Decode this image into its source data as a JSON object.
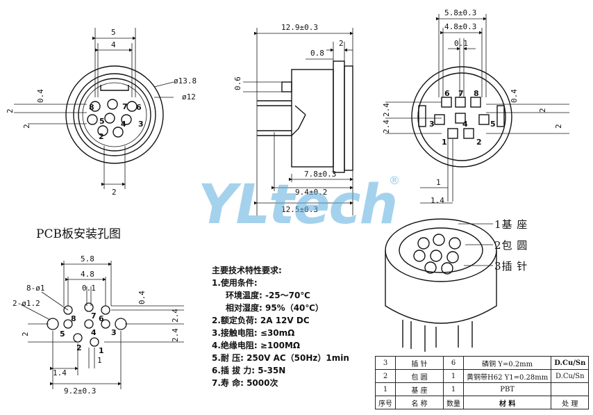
{
  "front_view": {
    "dims": {
      "w5": "5",
      "w4": "4",
      "d13_8": "ø13.8",
      "d12": "ø12",
      "v0_4": "0.4",
      "v2a": "2",
      "v2b": "2",
      "b2": "2"
    },
    "pins": [
      "8",
      "7",
      "6",
      "5",
      "4",
      "3",
      "2"
    ]
  },
  "side_view": {
    "dims": {
      "len": "12.9±0.3",
      "t2": "2",
      "t0_8": "0.8",
      "t0_6": "0.6",
      "l7_8": "7.8±0.3",
      "l9_4": "9.4±0.2",
      "l12_5": "12.5±0.3"
    }
  },
  "bottom_view": {
    "dims": {
      "w5_8": "5.8±0.3",
      "w4_8": "4.8±0.3",
      "w0_1": "0.1",
      "v2_4a": "2.4",
      "v2_4b": "2.4",
      "v0_4": "0.4",
      "v2a": "2",
      "v2b": "2",
      "b1": "1",
      "b1_4": "1.4"
    },
    "pins": [
      "6",
      "7",
      "8",
      "3",
      "4",
      "5",
      "1",
      "2"
    ]
  },
  "pcb": {
    "title": "PCB板安装孔图",
    "dims": {
      "w5_8": "5.8",
      "w4_8": "4.8",
      "w0_1": "0.1",
      "holes8": "8-ø1",
      "holes2": "2-ø1.2",
      "v0_4": "0.4",
      "v2_4a": "2.4",
      "v2_4b": "2.4",
      "v2": "2",
      "b1": "1",
      "b1_4": "1.4",
      "w9_2": "9.2±0.3"
    },
    "pins": [
      "8",
      "7",
      "6",
      "5",
      "4",
      "3",
      "2",
      "1"
    ]
  },
  "logo": {
    "text": "YLtech",
    "reg": "®"
  },
  "callouts": [
    "1基  座",
    "2包  圆",
    "3插  针"
  ],
  "specs": {
    "title": "主要技术特性要求:",
    "rows": [
      "1.使用条件:",
      "环境温度: -25～70℃",
      "相对湿度: 95%（40℃）",
      "2.额定负荷: 2A 12V DC",
      "3.接触电阻: ≤30mΩ",
      "4.绝缘电阻: ≥100MΩ",
      "5.耐    压: 250V AC（50Hz）1min",
      "6.插 拔 力: 5-35N",
      "7.寿    命: 5000次"
    ]
  },
  "bom": {
    "rows": [
      [
        "3",
        "插 针",
        "6",
        "磷铜 Y=0.2mm",
        "D.Cu/Sn"
      ],
      [
        "2",
        "包 圆",
        "1",
        "黄铜带H62 Y1=0.28mm",
        "D.Cu/Sn"
      ],
      [
        "1",
        "基 座",
        "1",
        "PBT",
        ""
      ]
    ],
    "header": [
      "序号",
      "名 称",
      "数量",
      "材  料",
      "处 理"
    ]
  }
}
